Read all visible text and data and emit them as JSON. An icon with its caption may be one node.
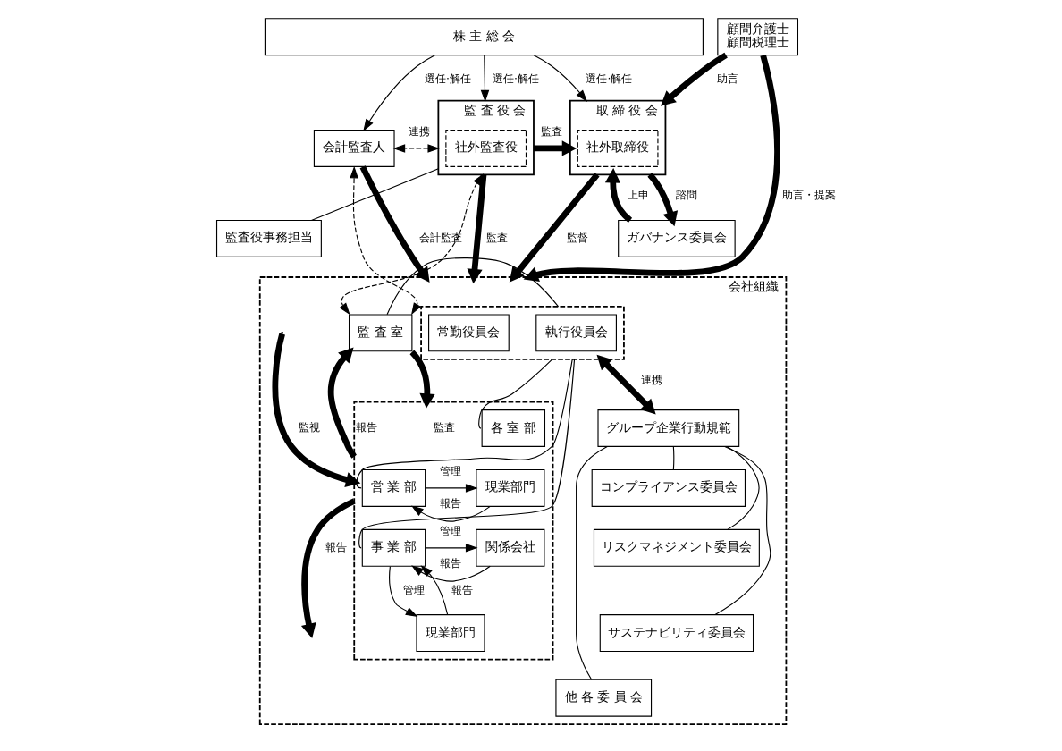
{
  "diagram": {
    "nodes": [
      {
        "text": [
          "株 主 総 会"
        ]
      },
      {
        "text": [
          "顧問弁護士",
          "顧問税理士"
        ]
      },
      {
        "text": [
          "取 締 役 会"
        ]
      },
      {
        "text": [
          "社外取締役"
        ],
        "in": 2
      },
      {
        "text": [
          "ガバナンス委員会"
        ]
      },
      {
        "text": [
          "監 査 役 会"
        ]
      },
      {
        "text": [
          "社外監査役"
        ],
        "in": 5
      },
      {
        "text": [
          "監査役事務担当"
        ]
      },
      {
        "text": [
          "会計監査人"
        ]
      },
      {
        "text": [
          "会社組織"
        ]
      },
      {
        "text": [],
        "shape": "box",
        "in": 9
      },
      {
        "text": [
          "常勤役員会"
        ],
        "in": 10
      },
      {
        "text": [
          "執行役員会"
        ],
        "in": 10
      },
      {
        "text": [
          "グループ企業行動規範"
        ],
        "in": 9
      },
      {
        "text": [
          "コンプライアンス委員会"
        ],
        "in": 9
      },
      {
        "text": [
          "リスクマネジメント委員会"
        ],
        "in": 9
      },
      {
        "text": [
          "サステナビリティ委員会"
        ],
        "in": 9
      },
      {
        "text": [
          "他 各 委 員 会"
        ],
        "in": 9
      },
      {
        "text": [
          "監 査 室"
        ],
        "in": 9
      },
      {
        "text": [],
        "shape": "box",
        "in": 9
      },
      {
        "text": [
          "各 室 部"
        ],
        "in": 19
      },
      {
        "text": [
          "営 業 部"
        ],
        "in": 19
      },
      {
        "text": [
          "事 業 部"
        ],
        "in": 19
      },
      {
        "text": [
          "現業部門"
        ],
        "in": 19
      },
      {
        "text": [
          "関係会社"
        ],
        "in": 19
      },
      {
        "text": [
          "現業部門"
        ],
        "in": 19
      }
    ],
    "edges": [
      {
        "from": 0,
        "to": 2,
        "arrow": "to",
        "label": "選任·解任"
      },
      {
        "from": 0,
        "to": 5,
        "arrow": "to",
        "label": "選任·解任"
      },
      {
        "from": 0,
        "to": 8,
        "arrow": "to",
        "label": "選任·解任"
      },
      {
        "from": 1,
        "to": 2,
        "arrow": "to",
        "label": "助言",
        "style": "thick"
      },
      {
        "from": 1,
        "to": 9,
        "arrow": "to",
        "label": "助言・提案",
        "style": "thick"
      },
      {
        "from": 2,
        "to": 9,
        "arrow": "to",
        "label": "監督",
        "style": "thick"
      },
      {
        "from": 4,
        "to": 2,
        "arrow": "to",
        "label": "上申",
        "style": "thick"
      },
      {
        "from": 2,
        "to": 4,
        "arrow": "to",
        "label": "諮問",
        "style": "thick"
      },
      {
        "from": 5,
        "to": 2,
        "arrow": "to",
        "label": "監査",
        "style": "thick"
      },
      {
        "from": 5,
        "to": 9,
        "arrow": "to",
        "label": "監査",
        "style": "thick"
      },
      {
        "from": 5,
        "to": 7,
        "arrow": "none"
      },
      {
        "from": 5,
        "to": 8,
        "arrow": "both",
        "label": "連携",
        "style": "dashed"
      },
      {
        "from": 5,
        "to": 18,
        "arrow": "both",
        "style": "dashed"
      },
      {
        "from": 8,
        "to": 18,
        "arrow": "both",
        "style": "dashed"
      },
      {
        "from": 8,
        "to": 9,
        "arrow": "to",
        "label": "会計監査",
        "style": "thick"
      },
      {
        "from": 10,
        "to": 13,
        "arrow": "both",
        "label": "連携",
        "style": "thick"
      },
      {
        "from": 13,
        "to": 14,
        "arrow": "none"
      },
      {
        "from": 13,
        "to": 15,
        "arrow": "none"
      },
      {
        "from": 13,
        "to": 16,
        "arrow": "none"
      },
      {
        "from": 13,
        "to": 17,
        "arrow": "none"
      },
      {
        "from": 10,
        "to": 18,
        "arrow": "none"
      },
      {
        "from": 10,
        "to": 20,
        "arrow": "none"
      },
      {
        "from": 10,
        "to": 21,
        "arrow": "none"
      },
      {
        "from": 10,
        "to": 22,
        "arrow": "none"
      },
      {
        "from": null,
        "to": 19,
        "arrow": "to",
        "label": "監視",
        "style": "thick"
      },
      {
        "from": 19,
        "to": null,
        "arrow": "to",
        "label": "報告",
        "style": "thick"
      },
      {
        "from": 19,
        "to": 18,
        "arrow": "to",
        "label": "報告",
        "style": "thick"
      },
      {
        "from": 18,
        "to": 19,
        "arrow": "to",
        "label": "監査",
        "style": "thick"
      },
      {
        "from": 21,
        "to": 23,
        "arrow": "to",
        "label": "管理"
      },
      {
        "from": 23,
        "to": 21,
        "arrow": "to",
        "label": "報告"
      },
      {
        "from": 22,
        "to": 24,
        "arrow": "to",
        "label": "管理"
      },
      {
        "from": 24,
        "to": 22,
        "arrow": "to",
        "label": "報告"
      },
      {
        "from": 22,
        "to": 25,
        "arrow": "to",
        "label": "管理"
      },
      {
        "from": 25,
        "to": 22,
        "arrow": "to",
        "label": "報告"
      }
    ]
  }
}
